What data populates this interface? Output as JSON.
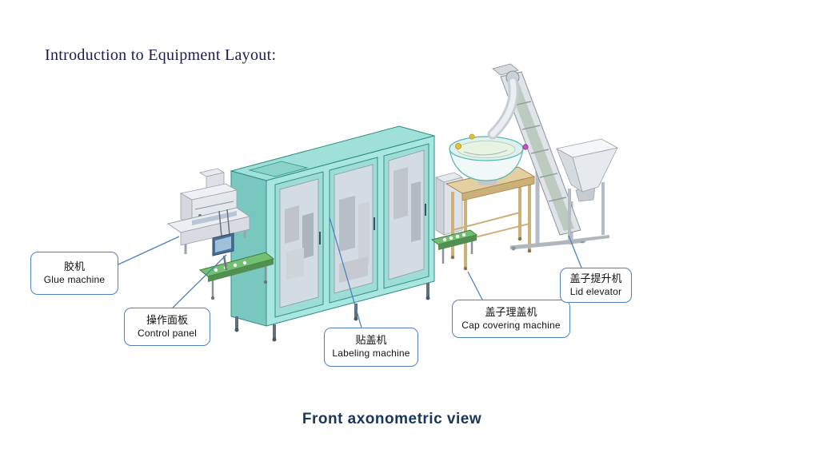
{
  "page": {
    "title": "Introduction to Equipment Layout:",
    "caption": "Front axonometric view"
  },
  "callouts": [
    {
      "id": "glue-machine",
      "zh": "胶机",
      "en": "Glue machine"
    },
    {
      "id": "control-panel",
      "zh": "操作面板",
      "en": "Control panel"
    },
    {
      "id": "labeling-machine",
      "zh": "贴盖机",
      "en": "Labeling machine"
    },
    {
      "id": "cap-covering-machine",
      "zh": "盖子理盖机",
      "en": "Cap covering machine"
    },
    {
      "id": "lid-elevator",
      "zh": "盖子提升机",
      "en": "Lid elevator"
    }
  ],
  "colors": {
    "title_text": "#1b1b52",
    "caption_text": "#17365d",
    "callout_border": "#4f81bd",
    "leader_line": "#4f81bd",
    "machine_teal": "#a9e6e0",
    "conveyor_green": "#72c072",
    "table_wood": "#e3cfa0"
  }
}
